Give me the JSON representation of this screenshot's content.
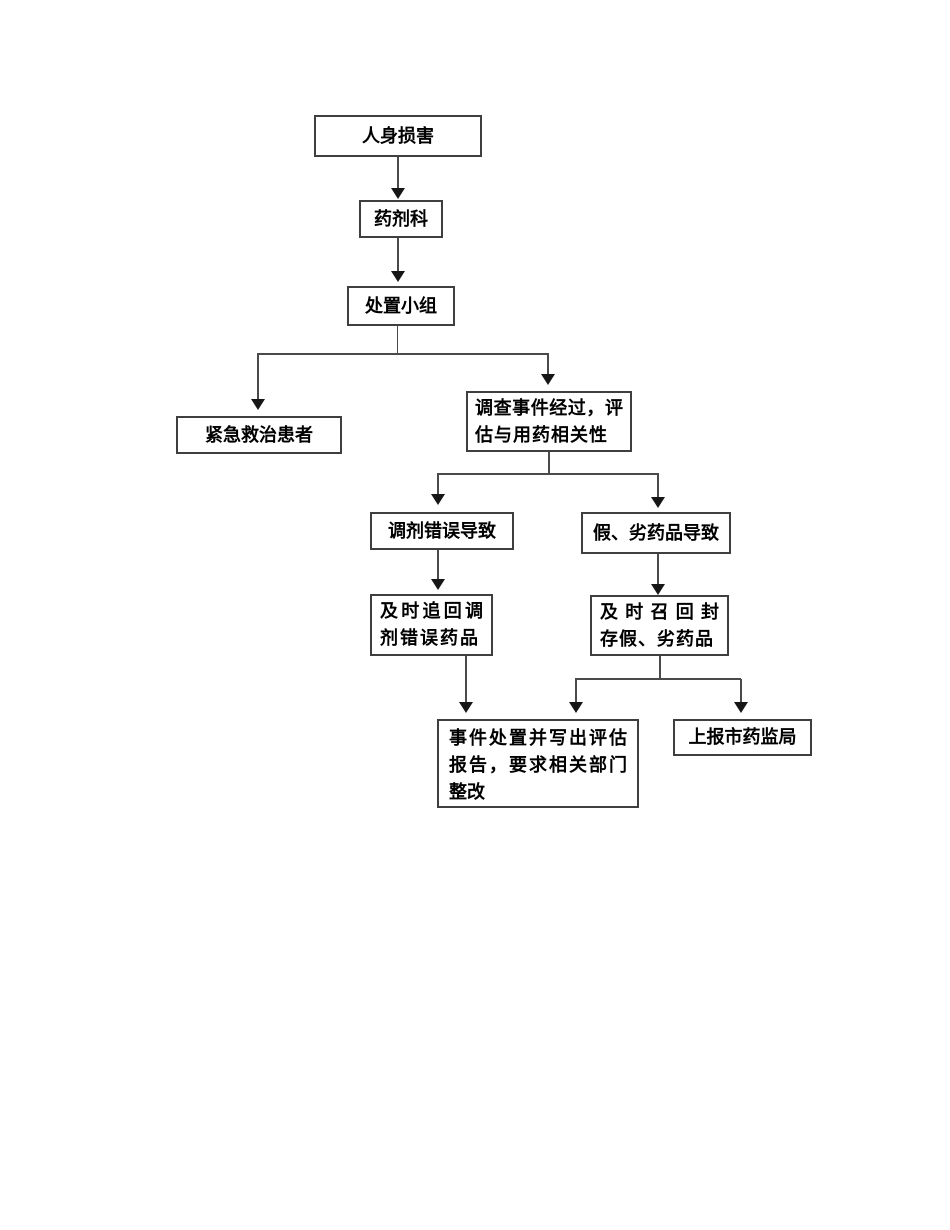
{
  "diagram": {
    "type": "flowchart",
    "background_color": "#ffffff",
    "box_border_color": "#3f3f3f",
    "connector_color": "#4a4a4a",
    "text_color": "#000000",
    "nodes": {
      "personal_injury": {
        "text": "人身损害"
      },
      "pharmacy_dept": {
        "text": "药剂科"
      },
      "disposal_team": {
        "text": "处置小组"
      },
      "emergency_treatment": {
        "text": "紧急救治患者"
      },
      "investigate_assess": {
        "text": "调查事件经过，评估与用药相关性",
        "lines": [
          "调查事件经过，评",
          "估与用药相关性"
        ]
      },
      "dispensing_error": {
        "text": "调剂错误导致"
      },
      "fake_inferior_drugs": {
        "text": "假、劣药品导致"
      },
      "recall_dispensed": {
        "text": "及时追回调剂错误药品",
        "lines": [
          "及时追回调",
          "剂错误药品"
        ]
      },
      "recall_seal": {
        "text": "及时召回封存假、劣药品",
        "lines": [
          "及时召回封",
          "存假、劣药品"
        ]
      },
      "handle_and_report": {
        "text": "事件处置并写出评估报告，要求相关部门整改",
        "lines": [
          "事件处置并写出评估",
          "报告，要求相关部门",
          "整改"
        ]
      },
      "report_drug_admin": {
        "text": "上报市药监局"
      }
    },
    "edges": [
      {
        "from": "personal_injury",
        "to": "pharmacy_dept"
      },
      {
        "from": "pharmacy_dept",
        "to": "disposal_team"
      },
      {
        "from": "disposal_team",
        "to": "emergency_treatment"
      },
      {
        "from": "disposal_team",
        "to": "investigate_assess"
      },
      {
        "from": "investigate_assess",
        "to": "dispensing_error"
      },
      {
        "from": "investigate_assess",
        "to": "fake_inferior_drugs"
      },
      {
        "from": "dispensing_error",
        "to": "recall_dispensed"
      },
      {
        "from": "fake_inferior_drugs",
        "to": "recall_seal"
      },
      {
        "from": "recall_dispensed",
        "to": "handle_and_report"
      },
      {
        "from": "recall_seal",
        "to": "handle_and_report"
      },
      {
        "from": "recall_seal",
        "to": "report_drug_admin"
      }
    ]
  }
}
